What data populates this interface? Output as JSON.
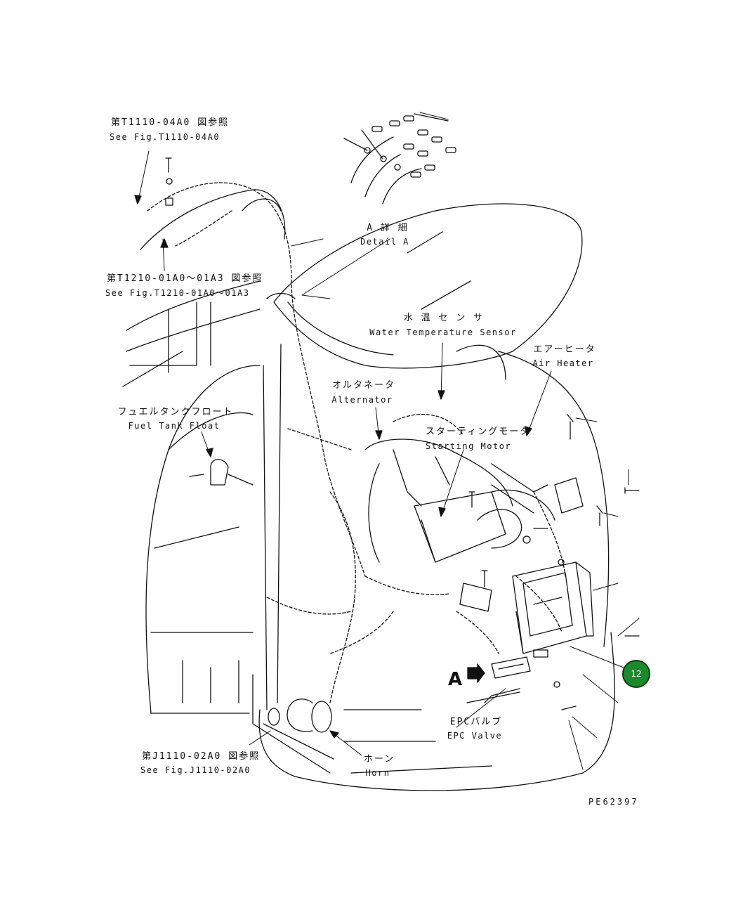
{
  "labels": {
    "t1110_jp": "第T1110-04A0 図参照",
    "t1110_en": "See Fig.T1110-04A0",
    "detail_a_jp": "A 詳 細",
    "detail_a_en": "Detail A",
    "t1210_jp": "第T1210-01A0～01A3 図参照",
    "t1210_en": "See Fig.T1210-01A0～01A3",
    "water_temp_jp": "水 温 セ ン サ",
    "water_temp_en": "Water Temperature Sensor",
    "air_heater_jp": "エアーヒータ",
    "air_heater_en": "Air Heater",
    "alternator_jp": "オルタネータ",
    "alternator_en": "Alternator",
    "starting_motor_jp": "スターティングモータ",
    "starting_motor_en": "Starting Motor",
    "fuel_float_jp": "フュエルタンクフロート",
    "fuel_float_en": "Fuel Tank Float",
    "epc_valve_jp": "EPCバルブ",
    "epc_valve_en": "EPC Valve",
    "j1110_jp": "第J1110-02A0 図参照",
    "j1110_en": "See Fig.J1110-02A0",
    "horn_jp": "ホーン",
    "horn_en": "Horn",
    "view_arrow": "A"
  },
  "callout": {
    "number": "12",
    "color": "#1a8a2c"
  },
  "drawing_code": "PE62397"
}
